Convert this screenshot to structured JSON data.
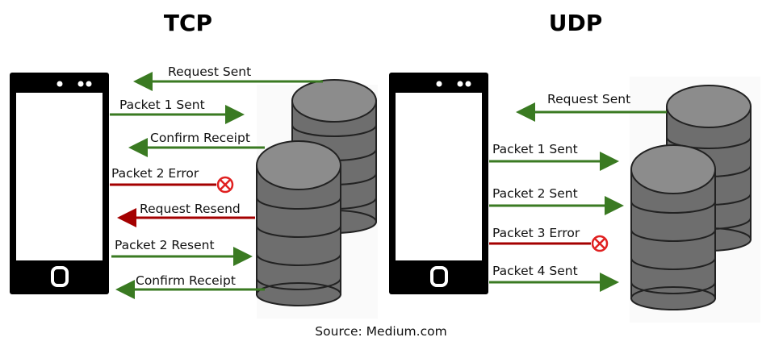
{
  "tcp": {
    "title": "TCP",
    "labels": {
      "request_sent": "Request Sent",
      "packet1_sent": "Packet 1 Sent",
      "confirm1": "Confirm Receipt",
      "packet2_error": "Packet 2 Error",
      "request_resend": "Request Resend",
      "packet2_resent": "Packet 2 Resent",
      "confirm2": "Confirm Receipt"
    }
  },
  "udp": {
    "title": "UDP",
    "labels": {
      "request_sent": "Request Sent",
      "packet1_sent": "Packet 1 Sent",
      "packet2_sent": "Packet 2 Sent",
      "packet3_error": "Packet 3 Error",
      "packet4_sent": "Packet 4 Sent"
    }
  },
  "source": "Source: Medium.com",
  "colors": {
    "success_arrow": "#3a7a22",
    "error_arrow": "#a40000",
    "error_icon": "#e02020",
    "phone_body": "#000000",
    "phone_screen": "#ffffff",
    "disk_side": "#6e6e6e",
    "disk_top": "#8c8c8c"
  }
}
